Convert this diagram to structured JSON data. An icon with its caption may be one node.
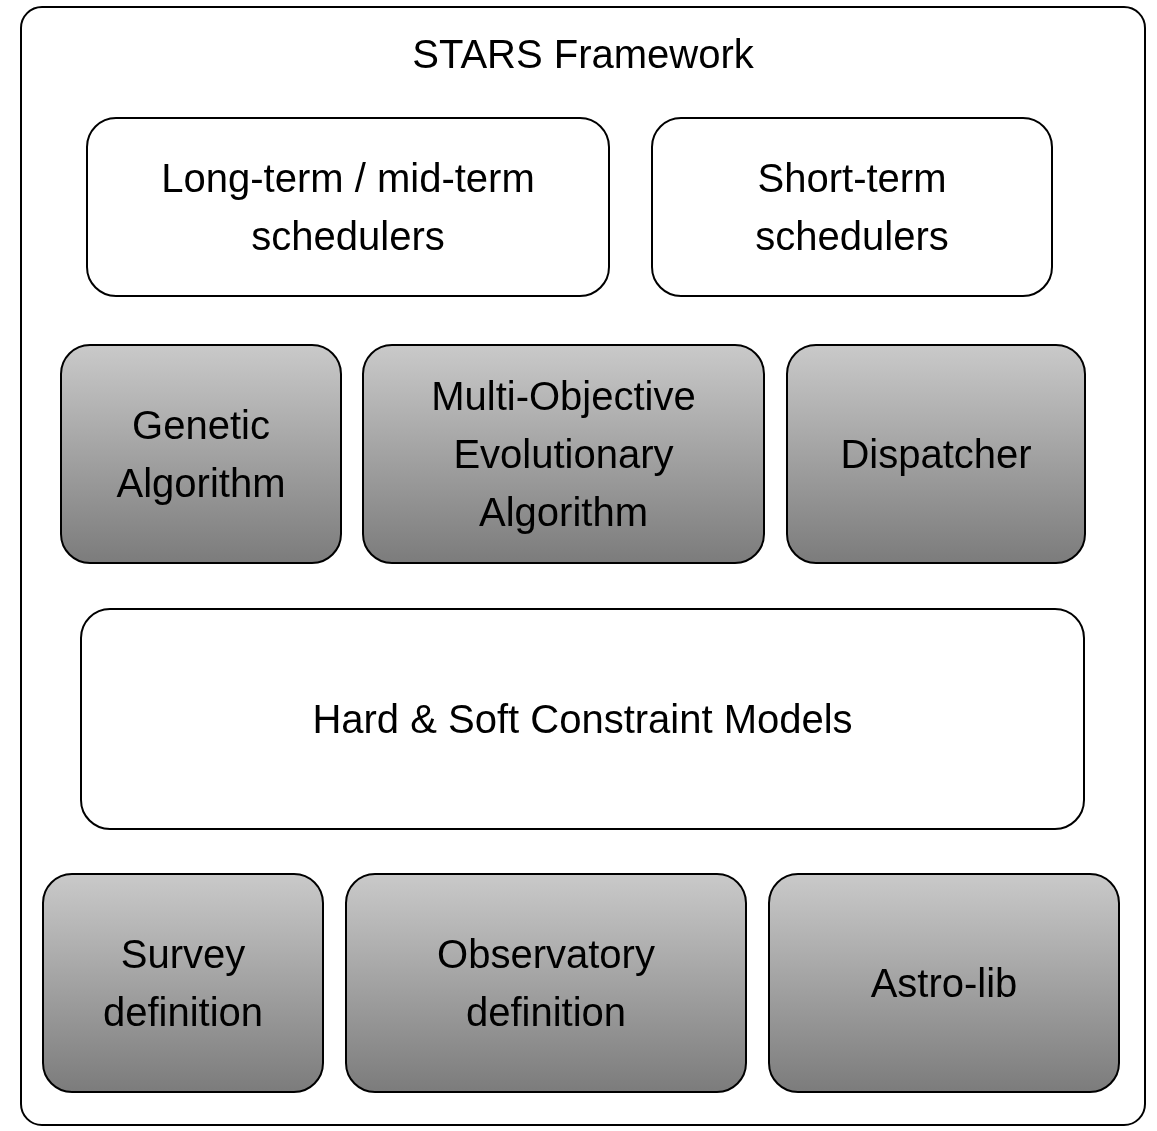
{
  "diagram": {
    "nodes": [
      {
        "text": [
          "STARS Framework"
        ]
      },
      {
        "text": [
          "Long-term / mid-term schedulers"
        ],
        "in": 0
      },
      {
        "text": [
          "Short-term schedulers"
        ],
        "in": 0
      },
      {
        "text": [
          "Genetic Algorithm"
        ],
        "in": 0
      },
      {
        "text": [
          "Multi-Objective Evolutionary Algorithm"
        ],
        "in": 0
      },
      {
        "text": [
          "Dispatcher"
        ],
        "in": 0
      },
      {
        "text": [
          "Hard & Soft Constraint Models"
        ],
        "in": 0
      },
      {
        "text": [
          "Survey definition"
        ],
        "in": 0
      },
      {
        "text": [
          "Observatory definition"
        ],
        "in": 0
      },
      {
        "text": [
          "Astro-lib"
        ],
        "in": 0
      }
    ]
  }
}
